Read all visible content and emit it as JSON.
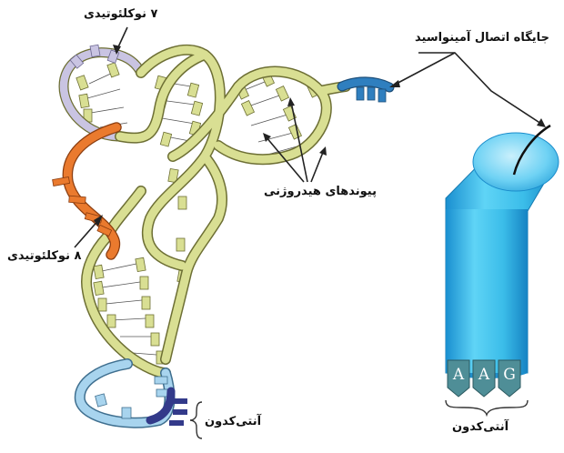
{
  "labels": {
    "seven_nucleotides": "۷ نوکلئوتیدی",
    "eight_nucleotides": "۸ نوکلئوتیدی",
    "amino_acid_site": "جایگاه اتصال آمینواسید",
    "hydrogen_bonds": "پیوندهای هیدروژنی",
    "anticodon_left": "آنتی‌کدون",
    "anticodon_right": "آنتی‌کدون"
  },
  "anticodon_bases": [
    "A",
    "A",
    "G"
  ],
  "colors": {
    "backbone": "#d9df93",
    "backbone_stroke": "#6d6f34",
    "loop7": "#c9c4e2",
    "loop8": "#ea7a2e",
    "loop_anticodon": "#a8d4ee",
    "anticodon_dark": "#333a8a",
    "acceptor": "#2f7fbf",
    "tube": "#33b6e8",
    "base_box": "#4f8e97"
  }
}
